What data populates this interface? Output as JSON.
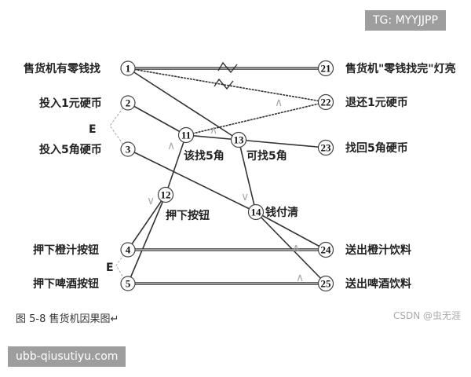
{
  "watermarks": {
    "top": "TG: MYYJJPP",
    "bottom": "ubb-qiusutiyu.com",
    "credit": "CSDN @虫无涯"
  },
  "caption": "图 5-8  售货机因果图↵",
  "causes": [
    {
      "id": "1",
      "label": "售货机有零钱找"
    },
    {
      "id": "2",
      "label": "投入1元硬币"
    },
    {
      "id": "3",
      "label": "投入5角硬币"
    },
    {
      "id": "4",
      "label": "押下橙汁按钮"
    },
    {
      "id": "5",
      "label": "押下啤酒按钮"
    }
  ],
  "effects": [
    {
      "id": "21",
      "label": "售货机\"零钱找完\"灯亮"
    },
    {
      "id": "22",
      "label": "退还1元硬币"
    },
    {
      "id": "23",
      "label": "找回5角硬币"
    },
    {
      "id": "24",
      "label": "送出橙汁饮料"
    },
    {
      "id": "25",
      "label": "送出啤酒饮料"
    }
  ],
  "intermediates": [
    {
      "id": "11",
      "label": "该找5角"
    },
    {
      "id": "13",
      "label": "可找5角"
    },
    {
      "id": "12",
      "label": "押下按钮"
    },
    {
      "id": "14",
      "label": "钱付清"
    }
  ],
  "symbols": {
    "and": "∧",
    "or": "∨",
    "not": "~",
    "exclusive": "E"
  }
}
